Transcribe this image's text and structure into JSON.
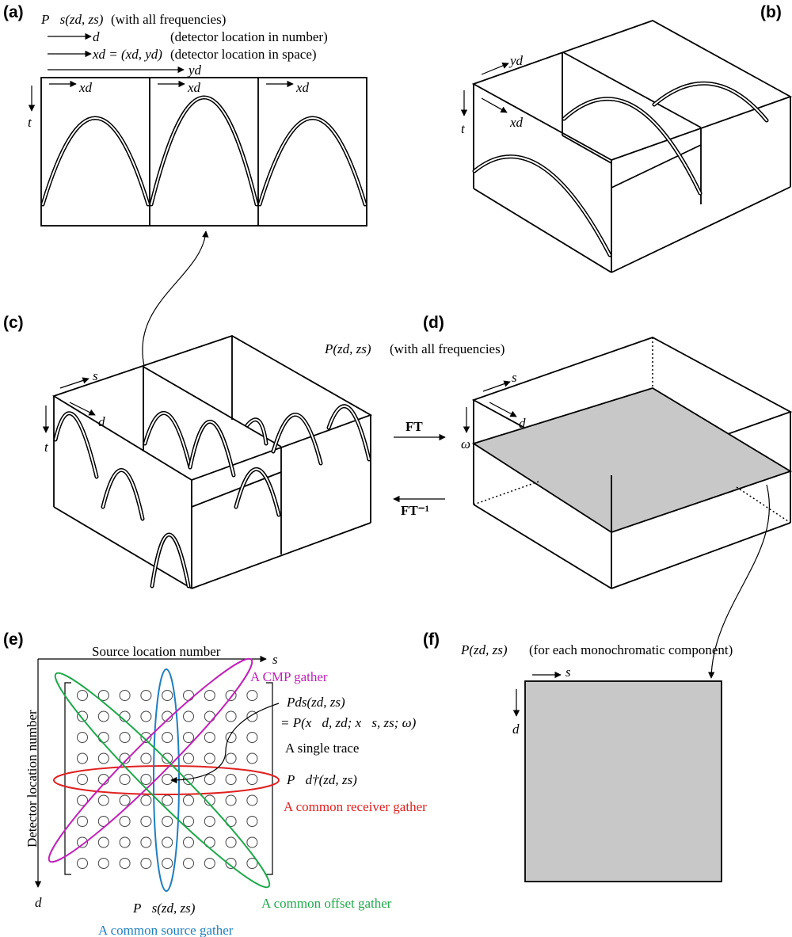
{
  "colors": {
    "cmp": "#c020b8",
    "common_source": "#1e7fc0",
    "common_receiver": "#e02020",
    "common_offset": "#1ea84a",
    "slice_fill": "#c8c8c8"
  },
  "panel_a": {
    "label": "(a)",
    "symbol": "P⃗s(zd, zs)",
    "symbol_note": "(with all frequencies)",
    "axis_d": "d",
    "axis_d_note": "(detector location in number)",
    "axis_xd_eq": "xd = (xd, yd)",
    "axis_xd_note": "(detector location in space)",
    "axis_yd": "yd",
    "axis_xd": "xd",
    "axis_t": "t"
  },
  "panel_b": {
    "label": "(b)",
    "axis_yd": "yd",
    "axis_xd": "xd",
    "axis_t": "t"
  },
  "panel_c": {
    "label": "(c)",
    "axis_s": "s",
    "axis_d": "d",
    "axis_t": "t"
  },
  "panel_d": {
    "label": "(d)",
    "symbol": "P(zd, zs)",
    "symbol_note": "(with all frequencies)",
    "axis_s": "s",
    "axis_d": "d",
    "axis_omega": "ω",
    "ft_forward": "FT",
    "ft_inverse": "FT⁻¹"
  },
  "panel_e": {
    "label": "(e)",
    "axis_top": "Source location number",
    "axis_s": "s",
    "axis_left": "Detector location number",
    "axis_d": "d",
    "cmp_label": "A CMP gather",
    "pds_eq1": "Pds(zd, zs)",
    "pds_eq2": "= P(x⃗d, zd; x⃗s, zs; ω)",
    "single_trace": "A single trace",
    "pd_dagger": "P⃗d†(zd, zs)",
    "receiver_label": "A common receiver gather",
    "ps_symbol": "P⃗s(zd, zs)",
    "source_label": "A common source gather",
    "offset_label": "A common offset gather"
  },
  "panel_f": {
    "label": "(f)",
    "symbol": "P(zd, zs)",
    "symbol_note": "(for each monochromatic component)",
    "axis_s": "s",
    "axis_d": "d"
  }
}
